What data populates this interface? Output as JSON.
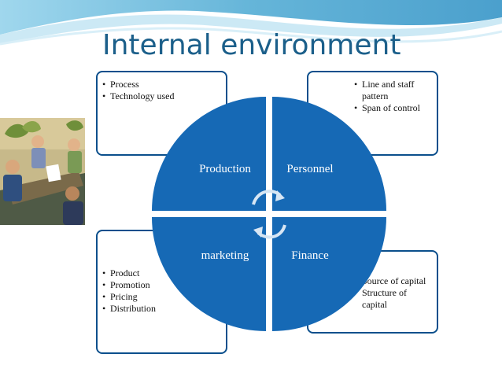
{
  "slide": {
    "title": "Internal environment"
  },
  "quadrants": {
    "production": "Production",
    "personnel": "Personnel",
    "marketing": "marketing",
    "finance": "Finance"
  },
  "boxes": {
    "production_items": [
      "Process",
      "Technology used"
    ],
    "personnel_items": [
      "Line and staff pattern",
      "Span of control"
    ],
    "marketing_items": [
      "Product",
      "Promotion",
      "Pricing",
      "Distribution"
    ],
    "finance_items": [
      "Source of capital",
      "Structure of capital"
    ]
  },
  "colors": {
    "title": "#1b5f8a",
    "quadrant_fill": "#1669b5",
    "box_border": "#0b4f8c",
    "header_wave": "#5fb4d6"
  },
  "icons": {
    "center": "cycle-arrows-icon",
    "clipart": "business-meeting-clipart"
  }
}
